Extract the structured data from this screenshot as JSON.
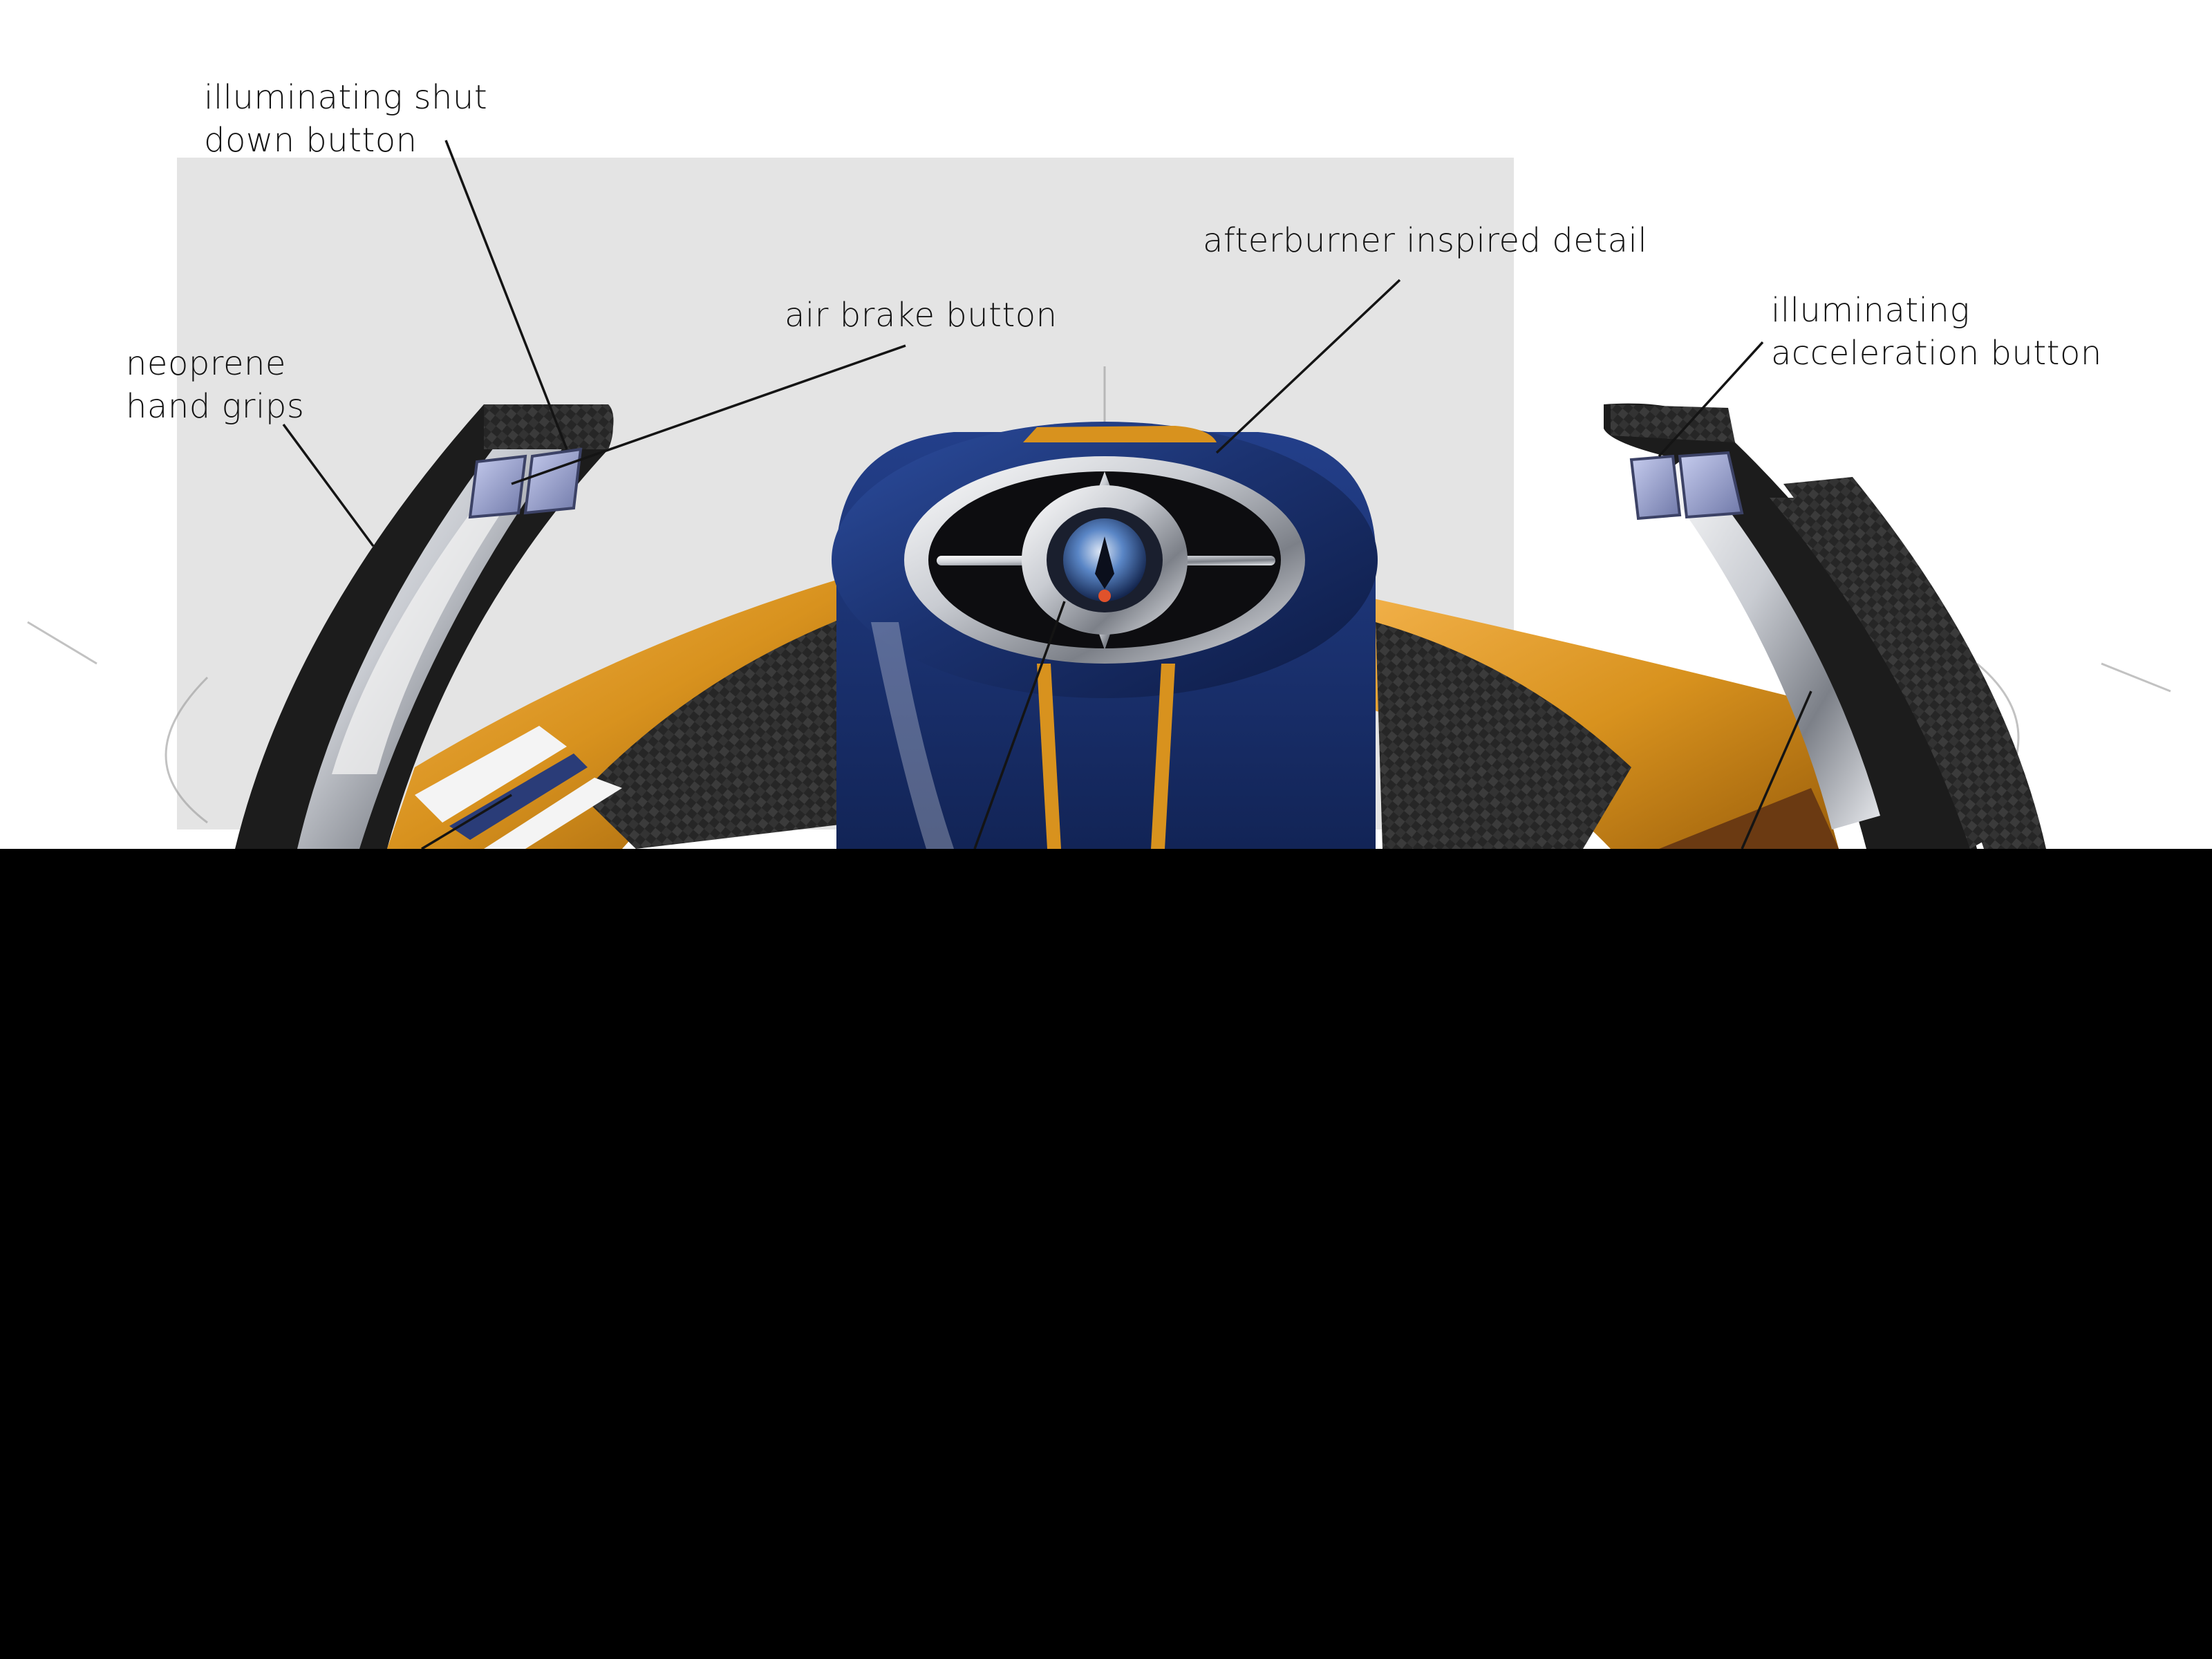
{
  "callouts": {
    "shutdown": {
      "line1": "illuminating shut",
      "line2": "down button"
    },
    "grips": {
      "line1": "neoprene",
      "line2": "hand grips"
    },
    "airbrake": {
      "text": "air brake button"
    },
    "afterburner": {
      "text": "afterburner inspired detail"
    },
    "acceleration": {
      "line1": "illuminating",
      "line2": "acceleration button"
    }
  },
  "colors": {
    "navy": "#1b3270",
    "amber": "#d8921e",
    "carbon": "#222222",
    "chrome": "#c9ccd2",
    "panel": "#e4e4e4",
    "button_glow": "#8d97c6"
  }
}
